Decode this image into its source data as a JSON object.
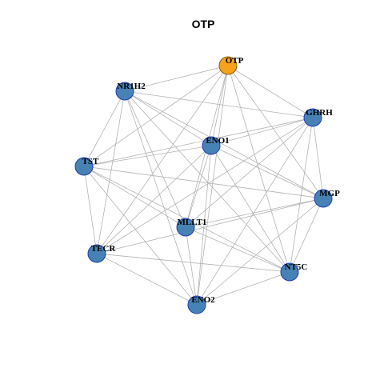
{
  "title": "OTP",
  "colors": {
    "focus_node_fill": "#F7A21B",
    "focus_node_stroke": "#8B5A00",
    "node_fill": "#4682B4",
    "node_stroke": "#1E3CB4",
    "edge": "#B3B3B3"
  },
  "network": {
    "focus": "OTP",
    "nodes": [
      "OTP",
      "NR1H2",
      "GHRH",
      "ENO1",
      "TST",
      "MGP",
      "MLLT1",
      "TECR",
      "NT5C",
      "ENO2"
    ],
    "edges": [
      [
        "OTP",
        "NR1H2"
      ],
      [
        "OTP",
        "GHRH"
      ],
      [
        "OTP",
        "ENO1"
      ],
      [
        "OTP",
        "MGP"
      ],
      [
        "OTP",
        "MLLT1"
      ],
      [
        "OTP",
        "NT5C"
      ],
      [
        "OTP",
        "ENO2"
      ],
      [
        "OTP",
        "TECR"
      ],
      [
        "OTP",
        "TST"
      ],
      [
        "NR1H2",
        "GHRH"
      ],
      [
        "NR1H2",
        "ENO1"
      ],
      [
        "NR1H2",
        "TST"
      ],
      [
        "NR1H2",
        "MGP"
      ],
      [
        "NR1H2",
        "MLLT1"
      ],
      [
        "NR1H2",
        "TECR"
      ],
      [
        "NR1H2",
        "NT5C"
      ],
      [
        "NR1H2",
        "ENO2"
      ],
      [
        "GHRH",
        "ENO1"
      ],
      [
        "GHRH",
        "TST"
      ],
      [
        "GHRH",
        "MGP"
      ],
      [
        "GHRH",
        "MLLT1"
      ],
      [
        "GHRH",
        "TECR"
      ],
      [
        "GHRH",
        "NT5C"
      ],
      [
        "GHRH",
        "ENO2"
      ],
      [
        "ENO1",
        "TST"
      ],
      [
        "ENO1",
        "MGP"
      ],
      [
        "ENO1",
        "MLLT1"
      ],
      [
        "ENO1",
        "TECR"
      ],
      [
        "ENO1",
        "NT5C"
      ],
      [
        "ENO1",
        "ENO2"
      ],
      [
        "TST",
        "MGP"
      ],
      [
        "TST",
        "MLLT1"
      ],
      [
        "TST",
        "TECR"
      ],
      [
        "TST",
        "NT5C"
      ],
      [
        "TST",
        "ENO2"
      ],
      [
        "MGP",
        "MLLT1"
      ],
      [
        "MGP",
        "TECR"
      ],
      [
        "MGP",
        "NT5C"
      ],
      [
        "MGP",
        "ENO2"
      ],
      [
        "MLLT1",
        "NT5C"
      ],
      [
        "MLLT1",
        "ENO2"
      ],
      [
        "TECR",
        "NT5C"
      ],
      [
        "TECR",
        "ENO2"
      ],
      [
        "NT5C",
        "ENO2"
      ]
    ]
  }
}
